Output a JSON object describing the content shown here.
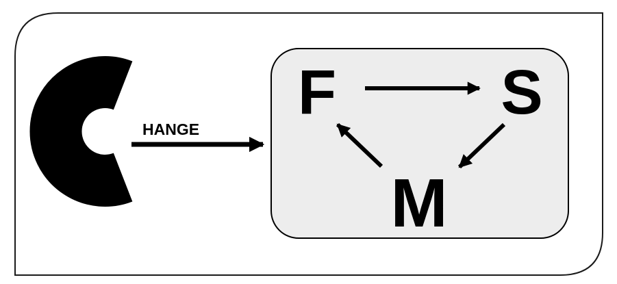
{
  "logo": {
    "letter": "C",
    "suffix": "HANGE"
  },
  "cycle": {
    "nodes": [
      {
        "id": "F",
        "label": "F"
      },
      {
        "id": "S",
        "label": "S"
      },
      {
        "id": "M",
        "label": "M"
      }
    ],
    "edges": [
      {
        "from": "F",
        "to": "S"
      },
      {
        "from": "S",
        "to": "M"
      },
      {
        "from": "M",
        "to": "F"
      }
    ]
  },
  "colors": {
    "ink": "#000000",
    "panel_fill": "#ededed",
    "frame_stroke": "#1a1a1a",
    "background": "#ffffff"
  }
}
